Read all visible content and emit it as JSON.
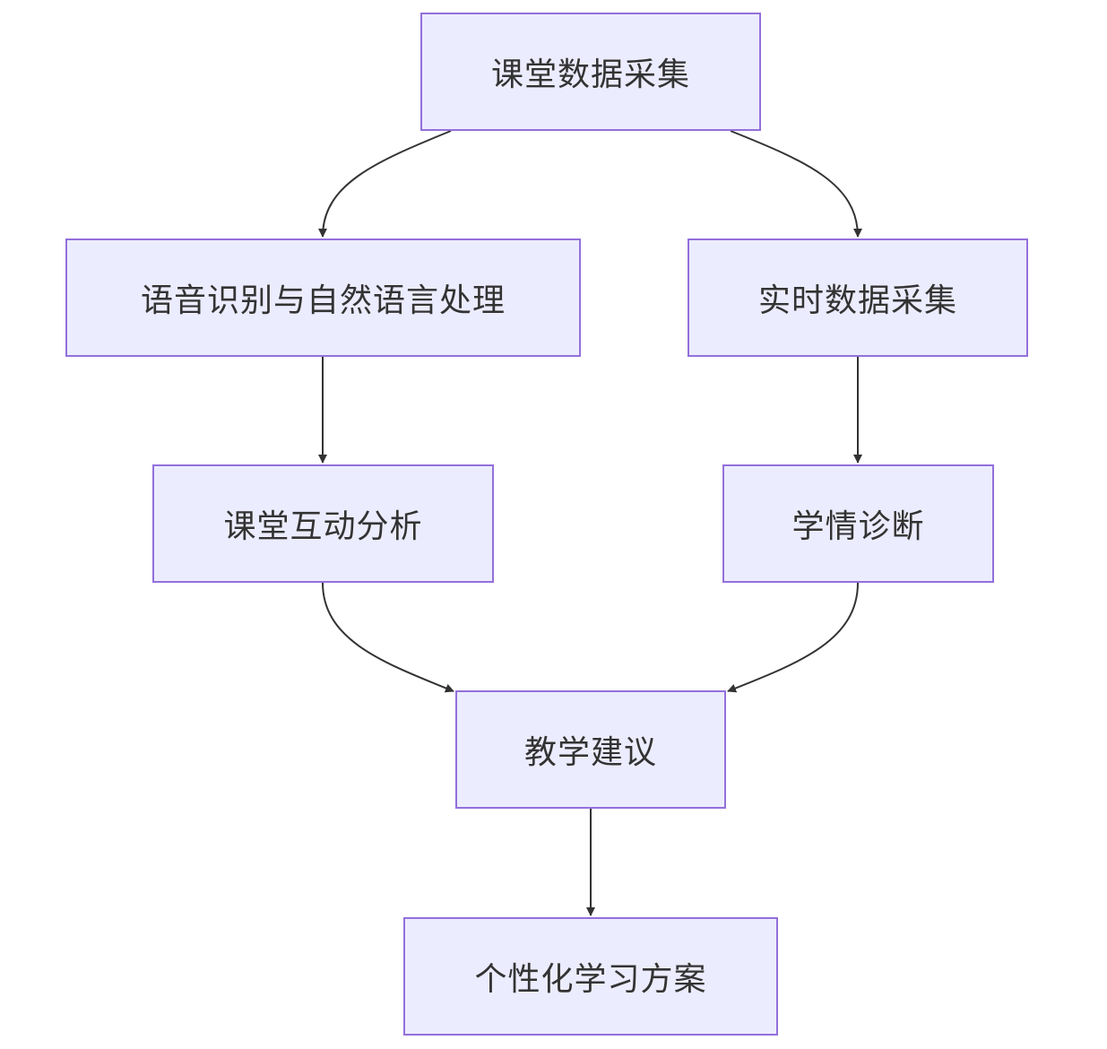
{
  "nodes": {
    "classroom_data_collection": "课堂数据采集",
    "speech_nlp": "语音识别与自然语言处理",
    "realtime_data_collection": "实时数据采集",
    "classroom_interaction_analysis": "课堂互动分析",
    "learning_diagnosis": "学情诊断",
    "teaching_suggestions": "教学建议",
    "personalized_learning_plan": "个性化学习方案"
  },
  "edges": [
    {
      "from": "classroom_data_collection",
      "to": "speech_nlp"
    },
    {
      "from": "classroom_data_collection",
      "to": "realtime_data_collection"
    },
    {
      "from": "speech_nlp",
      "to": "classroom_interaction_analysis"
    },
    {
      "from": "realtime_data_collection",
      "to": "learning_diagnosis"
    },
    {
      "from": "classroom_interaction_analysis",
      "to": "teaching_suggestions"
    },
    {
      "from": "learning_diagnosis",
      "to": "teaching_suggestions"
    },
    {
      "from": "teaching_suggestions",
      "to": "personalized_learning_plan"
    }
  ],
  "colors": {
    "node_fill": "#ececff",
    "node_border": "#9370db",
    "edge": "#333333",
    "text": "#333333"
  }
}
